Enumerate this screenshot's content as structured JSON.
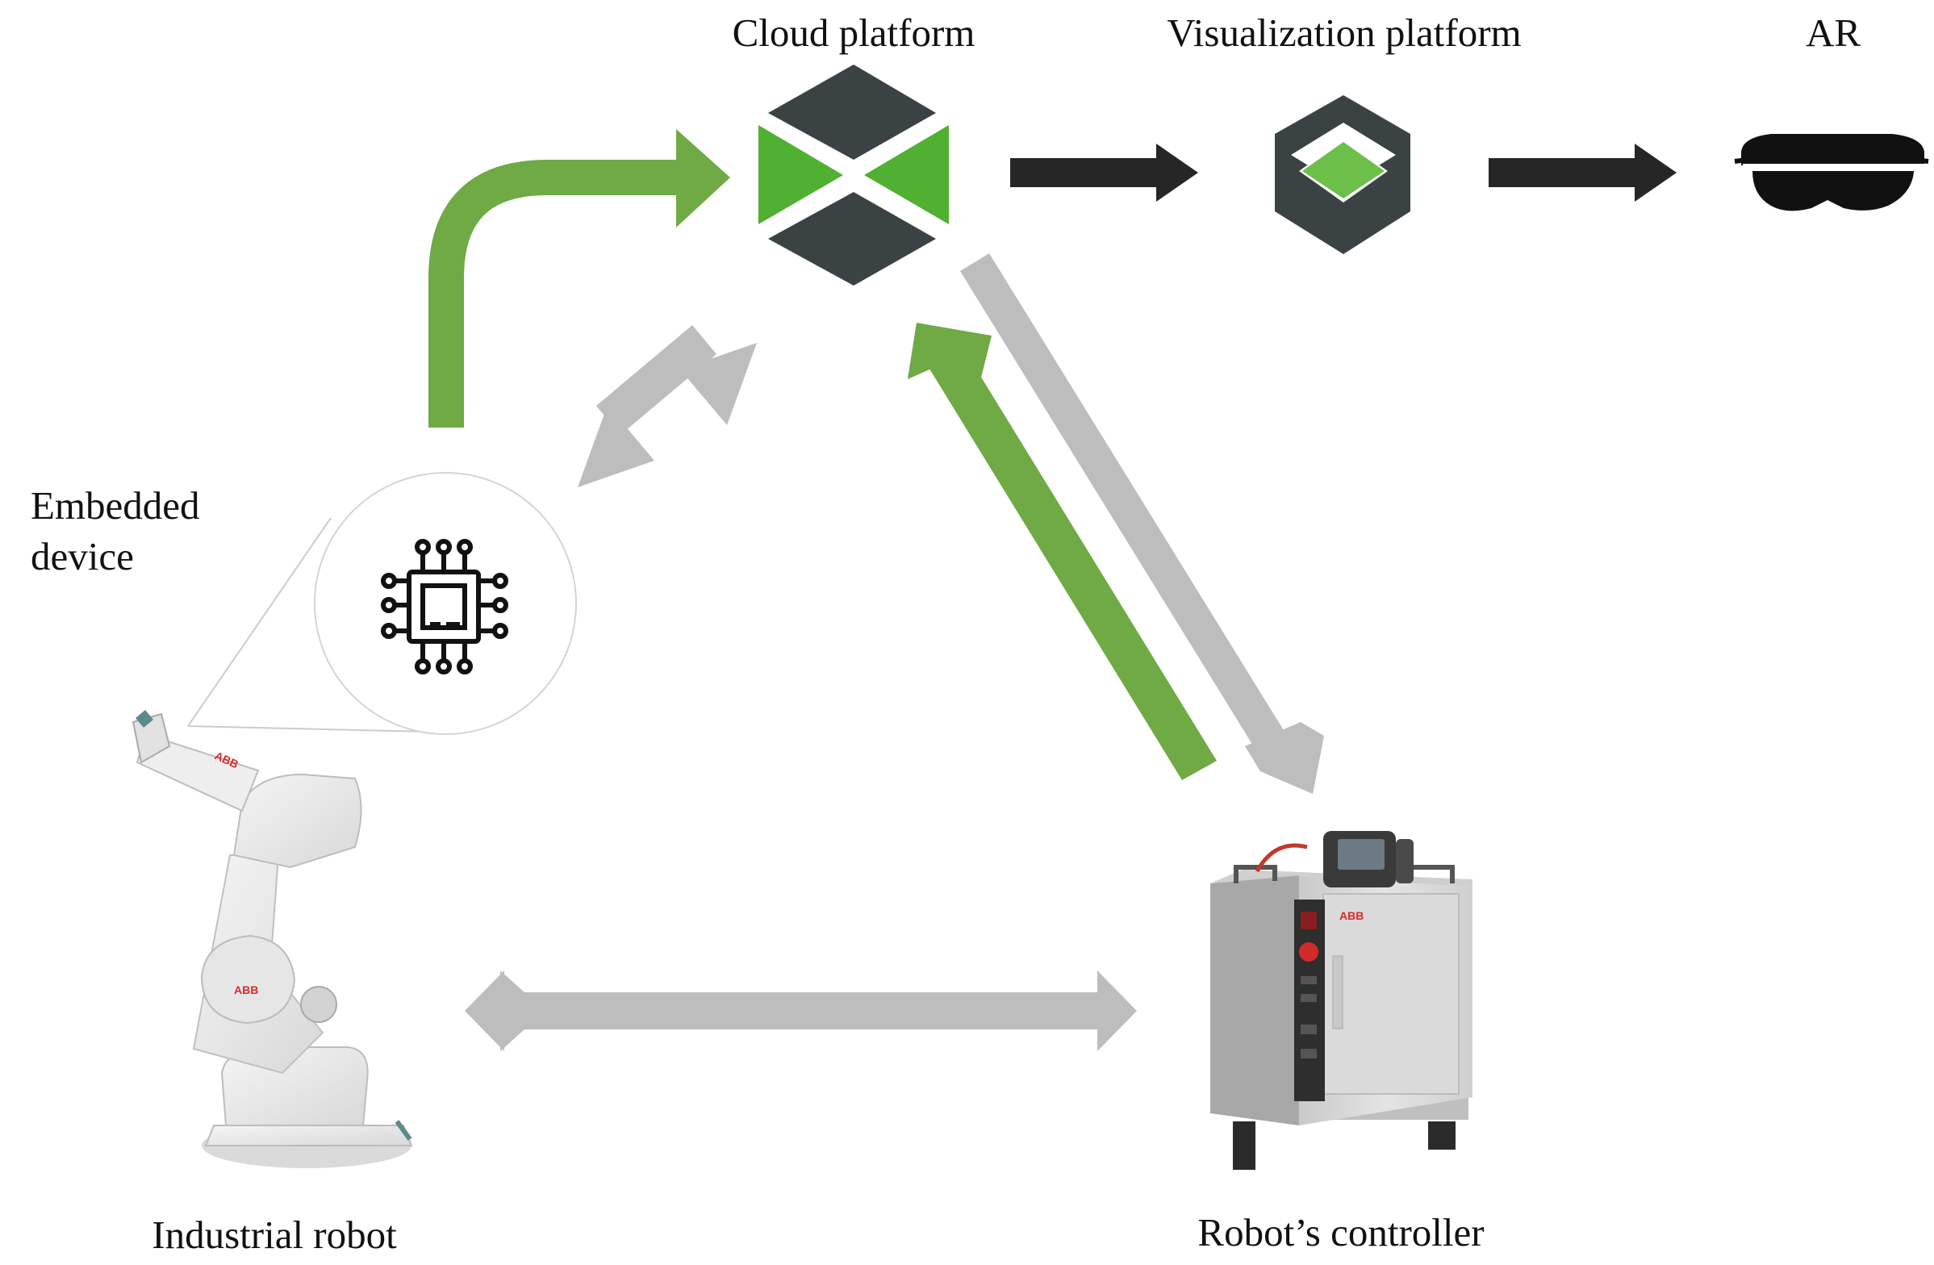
{
  "labels": {
    "cloud_platform": "Cloud platform",
    "visualization_platform": "Visualization platform",
    "ar": "AR",
    "embedded_device_line1": "Embedded",
    "embedded_device_line2": "device",
    "industrial_robot": "Industrial robot",
    "robot_controller": "Robot’s controller"
  },
  "colors": {
    "green_arrow": "#6faa45",
    "bright_green": "#4fb032",
    "gray_arrow": "#bdbdbd",
    "dark_arrow": "#262626",
    "dark_slate": "#3b4244",
    "robot_body": "#e9e9e9",
    "controller_body": "#d6d6d6"
  },
  "icons": {
    "cloud": "cloud-platform-logo-icon",
    "visualization": "visualization-platform-logo-icon",
    "ar": "ar-headset-icon",
    "embedded": "microchip-icon",
    "robot": "industrial-robot-arm-icon",
    "controller": "robot-controller-cabinet-icon"
  },
  "brand_marks": {
    "robot": "ABB",
    "controller": "ABB"
  }
}
